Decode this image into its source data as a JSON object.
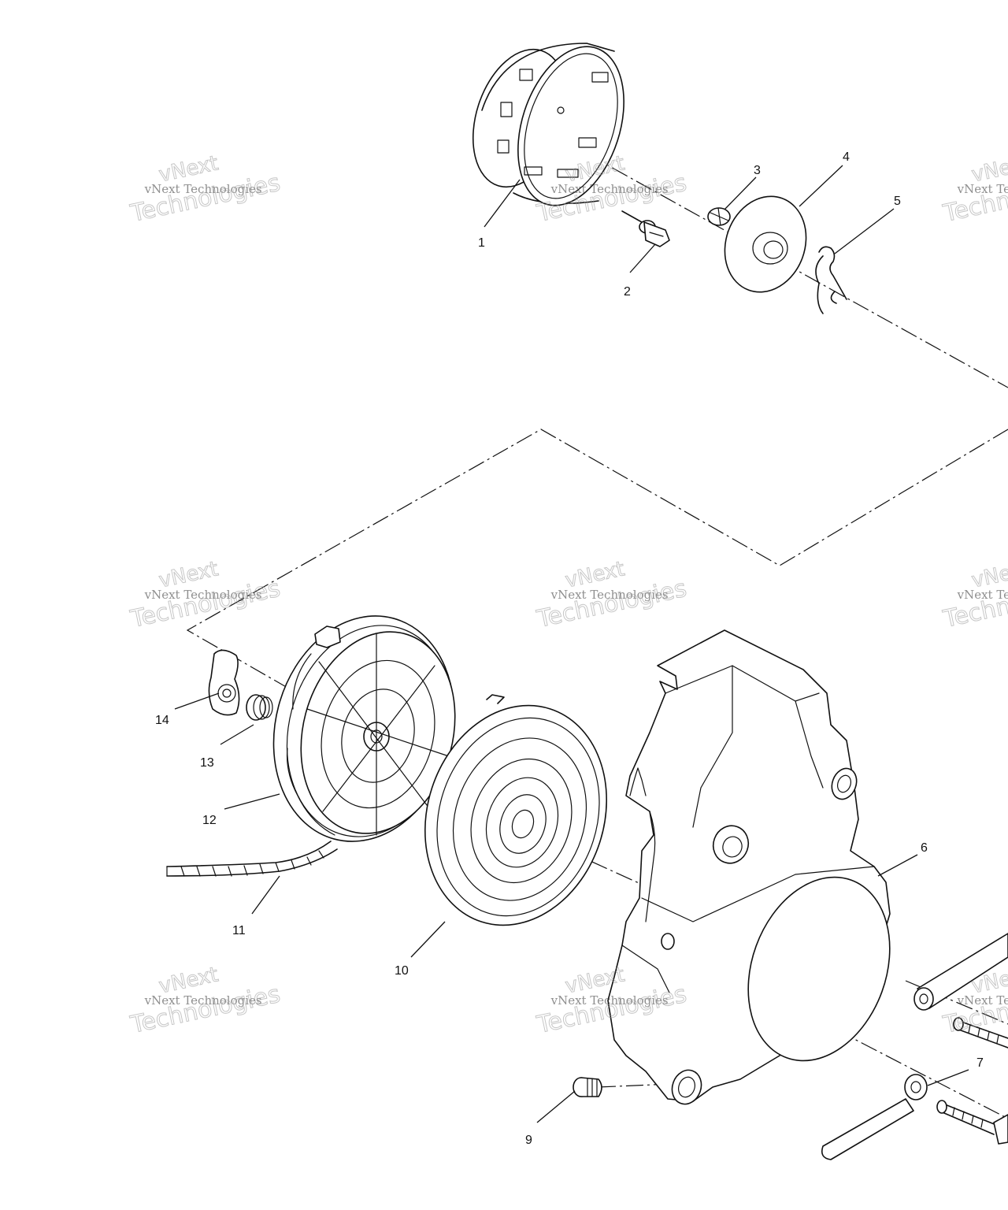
{
  "callouts": {
    "c1": "1",
    "c2": "2",
    "c3": "3",
    "c4": "4",
    "c5": "5",
    "c6": "6",
    "c7": "7",
    "c9": "9",
    "c10": "10",
    "c11": "11",
    "c12": "12",
    "c13": "13",
    "c14": "14"
  },
  "watermark": {
    "brand": "vNext",
    "company": "vNext Technologies",
    "word": "Technologies"
  }
}
